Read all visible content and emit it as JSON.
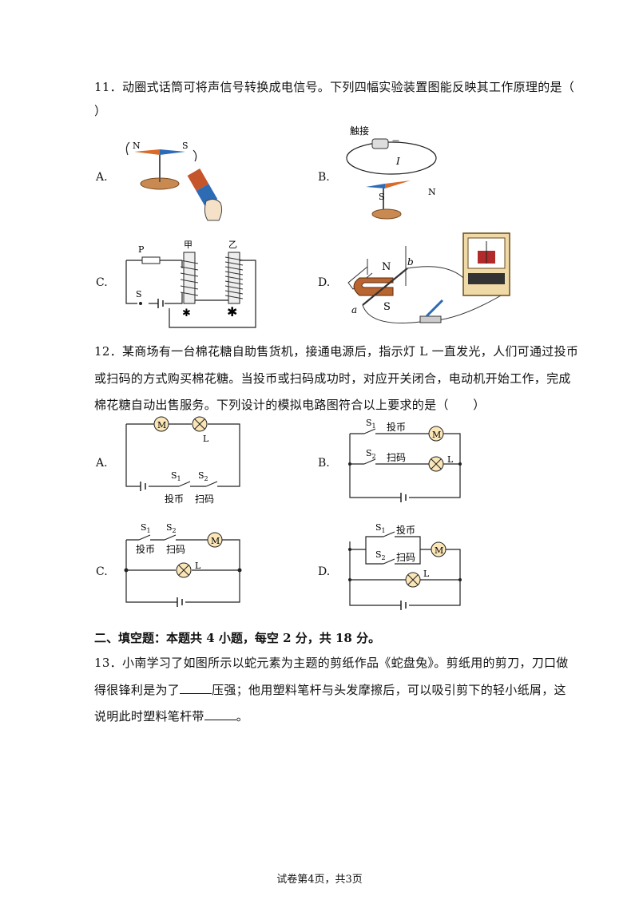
{
  "q11": {
    "text": "11．动圈式话筒可将声信号转换成电信号。下列四幅实验装置图能反映其工作原理的是（",
    "text_close": "）",
    "options": {
      "A": "A.",
      "B": "B.",
      "C": "C.",
      "D": "D."
    },
    "figA": {
      "n": "N",
      "s": "S"
    },
    "figB": {
      "touch": "触接",
      "minus": "－",
      "current": "I",
      "s": "S",
      "n": "N"
    },
    "figC": {
      "p": "P",
      "s": "S",
      "jia": "甲",
      "yi": "乙"
    },
    "figD": {
      "n": "N",
      "s": "S",
      "a": "a",
      "b": "b"
    }
  },
  "q12": {
    "line1": "12．某商场有一台棉花糖自助售货机，接通电源后，指示灯 L 一直发光，人们可通过投币",
    "line2": "或扫码的方式购买棉花糖。当投币或扫码成功时，对应开关闭合，电动机开始工作，完成",
    "line3": "棉花糖自动出售服务。下列设计的模拟电路图符合以上要求的是（　　）",
    "options": {
      "A": "A.",
      "B": "B.",
      "C": "C.",
      "D": "D."
    },
    "labels": {
      "motor": "M",
      "lamp": "L",
      "s1": "S",
      "s2": "S",
      "sub1": "1",
      "sub2": "2",
      "coin": "投币",
      "scan": "扫码"
    }
  },
  "section2": {
    "title": "二、填空题：本题共 4 小题，每空 2 分，共 18 分。"
  },
  "q13": {
    "line1": "13．小南学习了如图所示以蛇元素为主题的剪纸作品《蛇盘兔》。剪纸用的剪刀，刀口做",
    "line2a": "得很锋利是为了",
    "line2b": "压强；他用塑料笔杆与头发摩擦后，可以吸引剪下的轻小纸屑，这",
    "line3a": "说明此时塑料笔杆带",
    "line3b": "。"
  },
  "footer": "试卷第4页，共3页"
}
